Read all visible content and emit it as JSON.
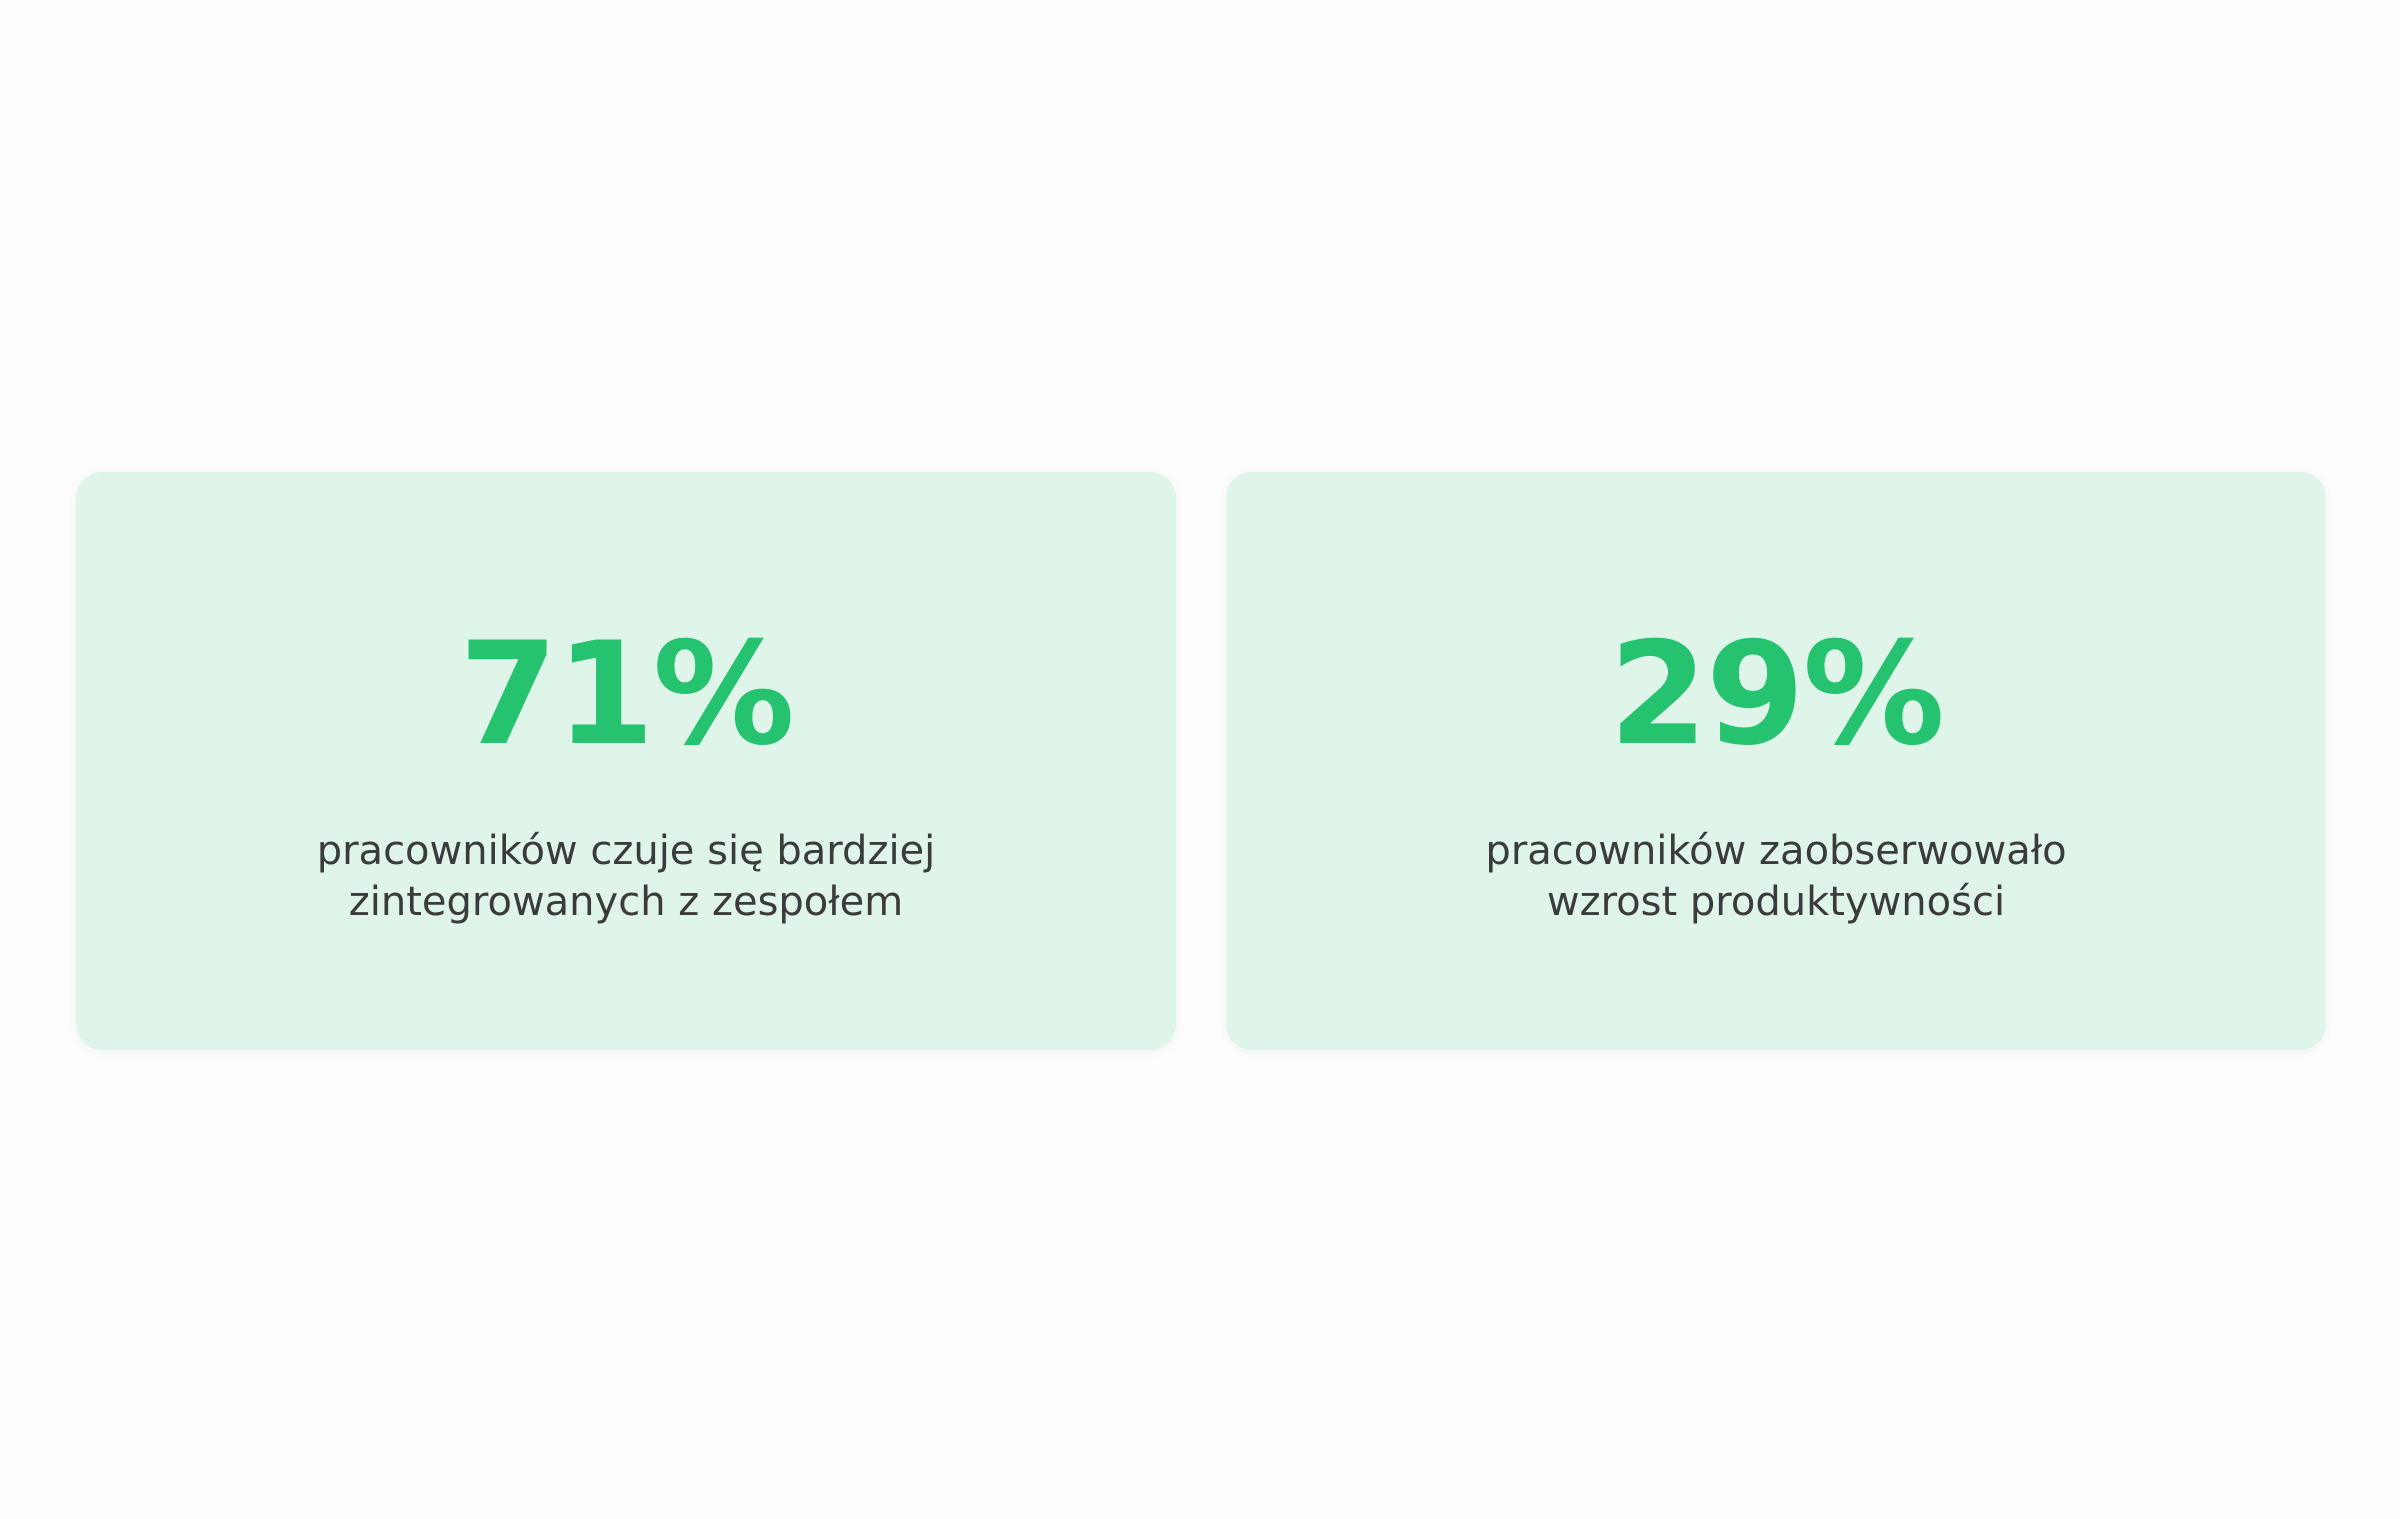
{
  "theme": {
    "page_background": "#fdfdfd",
    "card_background": "#dff5ea",
    "accent_green": "#25c36f",
    "text_dark": "#3b3b3b"
  },
  "stats": [
    {
      "value": "71%",
      "caption_lines": [
        "pracowników czuje się bardziej",
        "zintegrowanych z zespołem"
      ]
    },
    {
      "value": "29%",
      "caption_lines": [
        "pracowników zaobserwowało",
        "wzrost produktywności"
      ]
    }
  ]
}
